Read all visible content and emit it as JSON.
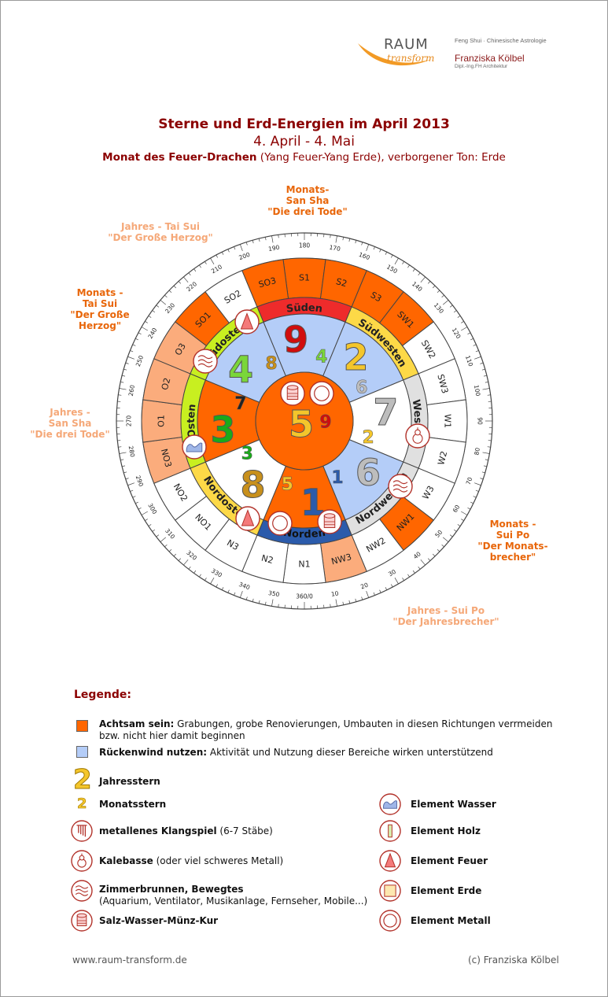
{
  "logo": {
    "raum": "RAUM",
    "transform": "transform",
    "tagline": "Feng Shui · Chinesische Astrologie",
    "name": "Franziska Kölbel",
    "credential": "Dipl.-Ing.FH Architektur"
  },
  "header": {
    "title": "Sterne und Erd-Energien im April 2013",
    "dates": "4. April - 4. Mai",
    "month_bold": "Monat des Feuer-Drachen",
    "month_rest": " (Yang Feuer-Yang Erde), verborgener Ton: Erde"
  },
  "annotations": {
    "monats_san_sha": [
      "Monats-",
      "San Sha",
      "\"Die drei Tode\""
    ],
    "jahres_tai_sui": [
      "Jahres - Tai Sui",
      "\"Der Große Herzog\""
    ],
    "monats_tai_sui": [
      "Monats -",
      "Tai Sui",
      "\"Der Große",
      "Herzog\""
    ],
    "jahres_san_sha": [
      "Jahres -",
      "San Sha",
      "\"Die drei Tode\""
    ],
    "monats_sui_po": [
      "Monats -",
      "Sui Po",
      "\"Der Monats-",
      "brecher\""
    ],
    "jahres_sui_po": [
      "Jahres - Sui Po",
      "\"Der Jahresbrecher\""
    ]
  },
  "compass": {
    "directions": [
      {
        "name": "Süden",
        "color": "#ee2b2b",
        "text_color": "#222222"
      },
      {
        "name": "Südwesten",
        "color": "#fdd947",
        "text_color": "#222222"
      },
      {
        "name": "Westen",
        "color": "#e0e0e0",
        "text_color": "#222222"
      },
      {
        "name": "Nordwesten",
        "color": "#e0e0e0",
        "text_color": "#222222"
      },
      {
        "name": "Norden",
        "color": "#2b5bab",
        "text_color": "#111111"
      },
      {
        "name": "Nordosten",
        "color": "#fdd947",
        "text_color": "#222222"
      },
      {
        "name": "Osten",
        "color": "#c8ef20",
        "text_color": "#222222"
      },
      {
        "name": "Südosten",
        "color": "#c8ef20",
        "text_color": "#222222"
      }
    ],
    "sectors": [
      {
        "dir": "S",
        "fill": "#b4cdf8",
        "year": "9",
        "year_color": "#d10d0d",
        "month": "4",
        "month_color": "#7ad63a"
      },
      {
        "dir": "SW",
        "fill": "#b4cdf8",
        "year": "2",
        "year_color": "#f4c62b",
        "month": "6",
        "month_color": "#bdbdbd"
      },
      {
        "dir": "W",
        "fill": "#ffffff",
        "year": "7",
        "year_color": "#bdbdbd",
        "month": "2",
        "month_color": "#f4c62b"
      },
      {
        "dir": "NW",
        "fill": "#b4cdf8",
        "year": "6",
        "year_color": "#bdbdbd",
        "month": "1",
        "month_color": "#2b5bab"
      },
      {
        "dir": "N",
        "fill": "#ff6600",
        "year": "1",
        "year_color": "#2b5bab",
        "month": "5",
        "month_color": "#f4c62b"
      },
      {
        "dir": "NE",
        "fill": "#ffffff",
        "year": "8",
        "year_color": "#c8901c",
        "month": "3",
        "month_color": "#1aaa1a"
      },
      {
        "dir": "E",
        "fill": "#ff6600",
        "year": "3",
        "year_color": "#1aaa1a",
        "month": "7",
        "month_color": "#222222"
      },
      {
        "dir": "SE",
        "fill": "#b4cdf8",
        "year": "4",
        "year_color": "#7ad63a",
        "month": "8",
        "month_color": "#c8901c"
      }
    ],
    "center": {
      "fill": "#ff6600",
      "year": "5",
      "year_color": "#f4c62b",
      "month": "9",
      "month_color": "#d10d0d"
    },
    "mountains": [
      {
        "label": "S1",
        "fill": "#ff6600"
      },
      {
        "label": "S2",
        "fill": "#ff6600"
      },
      {
        "label": "S3",
        "fill": "#ff6600"
      },
      {
        "label": "SW1",
        "fill": "#ff6600"
      },
      {
        "label": "SW2",
        "fill": "#ffffff"
      },
      {
        "label": "SW3",
        "fill": "#ffffff"
      },
      {
        "label": "W1",
        "fill": "#ffffff"
      },
      {
        "label": "W2",
        "fill": "#ffffff"
      },
      {
        "label": "W3",
        "fill": "#ffffff"
      },
      {
        "label": "NW1",
        "fill": "#ff6600"
      },
      {
        "label": "NW2",
        "fill": "#ffffff"
      },
      {
        "label": "NW3",
        "fill": "#fbac7c"
      },
      {
        "label": "N1",
        "fill": "#ffffff"
      },
      {
        "label": "N2",
        "fill": "#ffffff"
      },
      {
        "label": "N3",
        "fill": "#ffffff"
      },
      {
        "label": "NO1",
        "fill": "#ffffff"
      },
      {
        "label": "NO2",
        "fill": "#ffffff"
      },
      {
        "label": "NO3",
        "fill": "#fbac7c"
      },
      {
        "label": "O1",
        "fill": "#fbac7c"
      },
      {
        "label": "O2",
        "fill": "#fbac7c"
      },
      {
        "label": "O3",
        "fill": "#fbac7c"
      },
      {
        "label": "SO1",
        "fill": "#ff6600"
      },
      {
        "label": "SO2",
        "fill": "#ffffff"
      },
      {
        "label": "SO3",
        "fill": "#ff6600"
      }
    ],
    "degree_labels": [
      "180",
      "190",
      "200",
      "210",
      "220",
      "230",
      "240",
      "250",
      "260",
      "270",
      "280",
      "290",
      "300",
      "310",
      "320",
      "330",
      "340",
      "350",
      "360/0",
      "10",
      "20",
      "30",
      "40",
      "50",
      "60",
      "70",
      "80",
      "90",
      "100",
      "110",
      "120",
      "130",
      "140",
      "150",
      "160",
      "170"
    ]
  },
  "legend": {
    "title": "Legende:",
    "achtsam_bold": "Achtsam sein:",
    "achtsam_text": " Grabungen, grobe Renovierungen, Umbauten in diesen Richtungen verrmeiden",
    "achtsam_text2": "bzw. nicht hier damit beginnen",
    "achtsam_color": "#ff6600",
    "rueckenwind_bold": "Rückenwind nutzen:",
    "rueckenwind_text": " Aktivität und Nutzung dieser Bereiche wirken unterstützend",
    "rueckenwind_color": "#b4cdf8",
    "jahresstern": "Jahresstern",
    "jahresstern_sample": "2",
    "monatsstern": "Monatsstern",
    "monatsstern_sample": "2",
    "klangspiel_bold": "metallenes Klangspiel",
    "klangspiel_text": " (6-7 Stäbe)",
    "kalebasse_bold": "Kalebasse",
    "kalebasse_text": " (oder viel schweres Metall)",
    "brunnen_bold": "Zimmerbrunnen, Bewegtes",
    "brunnen_text": "(Aquarium, Ventilator, Musikanlage, Fernseher, Mobile...)",
    "salz": "Salz-Wasser-Münz-Kur",
    "wasser": "Element Wasser",
    "holz": "Element Holz",
    "feuer": "Element Feuer",
    "erde": "Element Erde",
    "metall": "Element Metall"
  },
  "footer": {
    "website": "www.raum-transform.de",
    "copyright": "(c) Franziska Kölbel"
  }
}
